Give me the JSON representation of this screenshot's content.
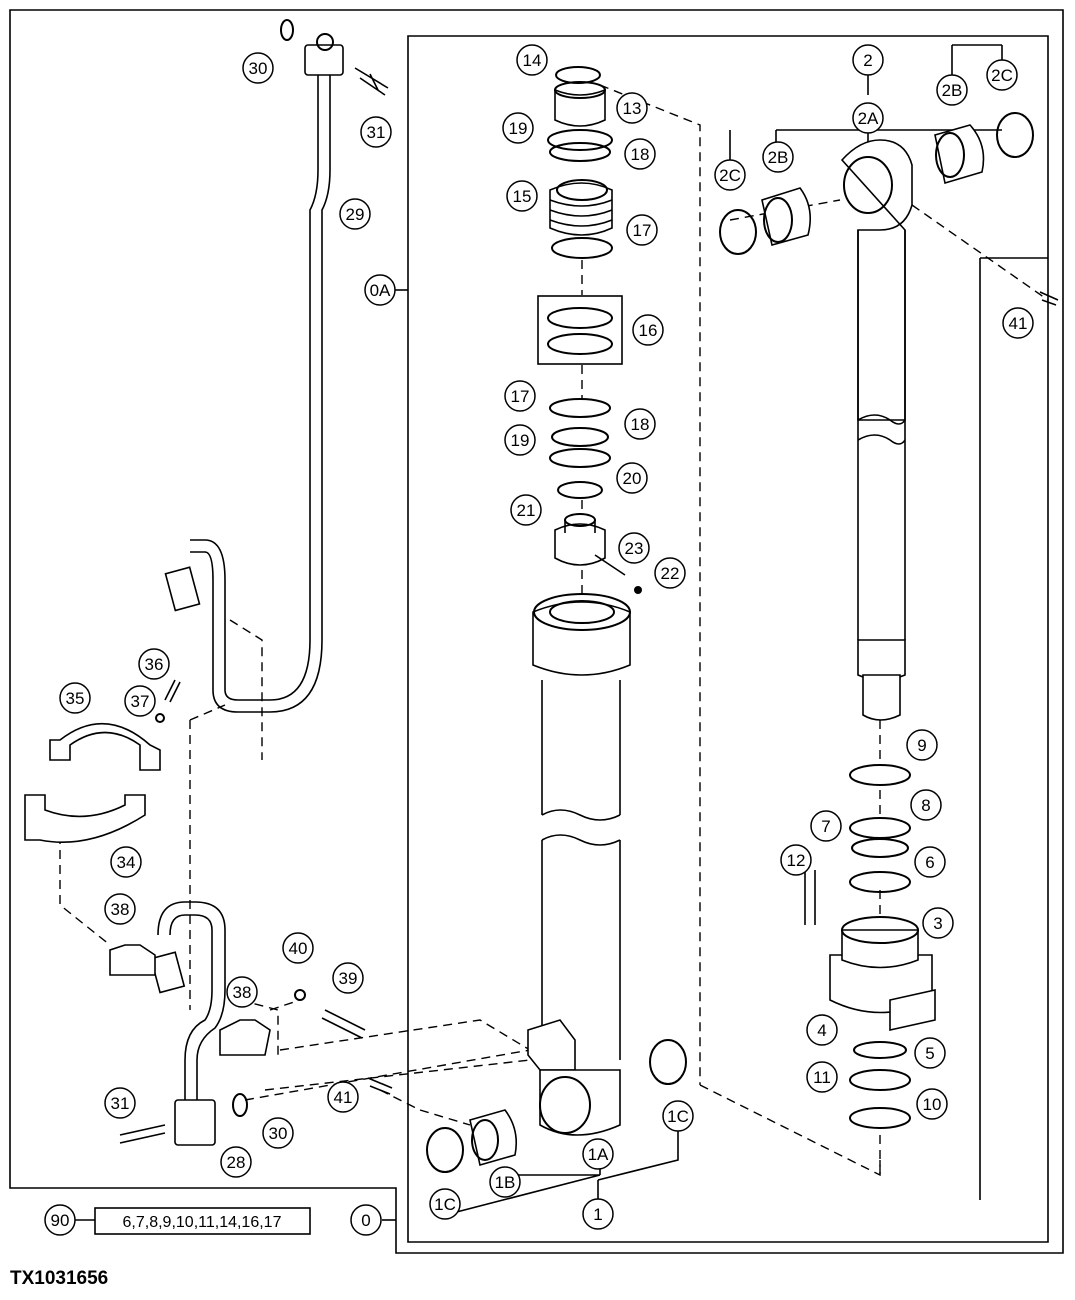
{
  "figure_id": "TX1031656",
  "kit": {
    "number": "90",
    "contents": "6,7,8,9,10,11,14,16,17"
  },
  "callouts": {
    "c0": "0",
    "c0A": "0A",
    "c1": "1",
    "c1A": "1A",
    "c1B": "1B",
    "c1C_a": "1C",
    "c1C_b": "1C",
    "c2": "2",
    "c2A": "2A",
    "c2B_a": "2B",
    "c2B_b": "2B",
    "c2C_a": "2C",
    "c2C_b": "2C",
    "c3": "3",
    "c4": "4",
    "c5": "5",
    "c6": "6",
    "c7": "7",
    "c8": "8",
    "c9": "9",
    "c10": "10",
    "c11": "11",
    "c12": "12",
    "c13": "13",
    "c14": "14",
    "c15": "15",
    "c16": "16",
    "c17_a": "17",
    "c17_b": "17",
    "c18_a": "18",
    "c18_b": "18",
    "c19_a": "19",
    "c19_b": "19",
    "c20": "20",
    "c21": "21",
    "c22": "22",
    "c23": "23",
    "c28": "28",
    "c29": "29",
    "c30_a": "30",
    "c30_b": "30",
    "c31_a": "31",
    "c31_b": "31",
    "c34": "34",
    "c35": "35",
    "c36": "36",
    "c37": "37",
    "c38_a": "38",
    "c38_b": "38",
    "c39": "39",
    "c40": "40",
    "c41_a": "41",
    "c41_b": "41"
  }
}
